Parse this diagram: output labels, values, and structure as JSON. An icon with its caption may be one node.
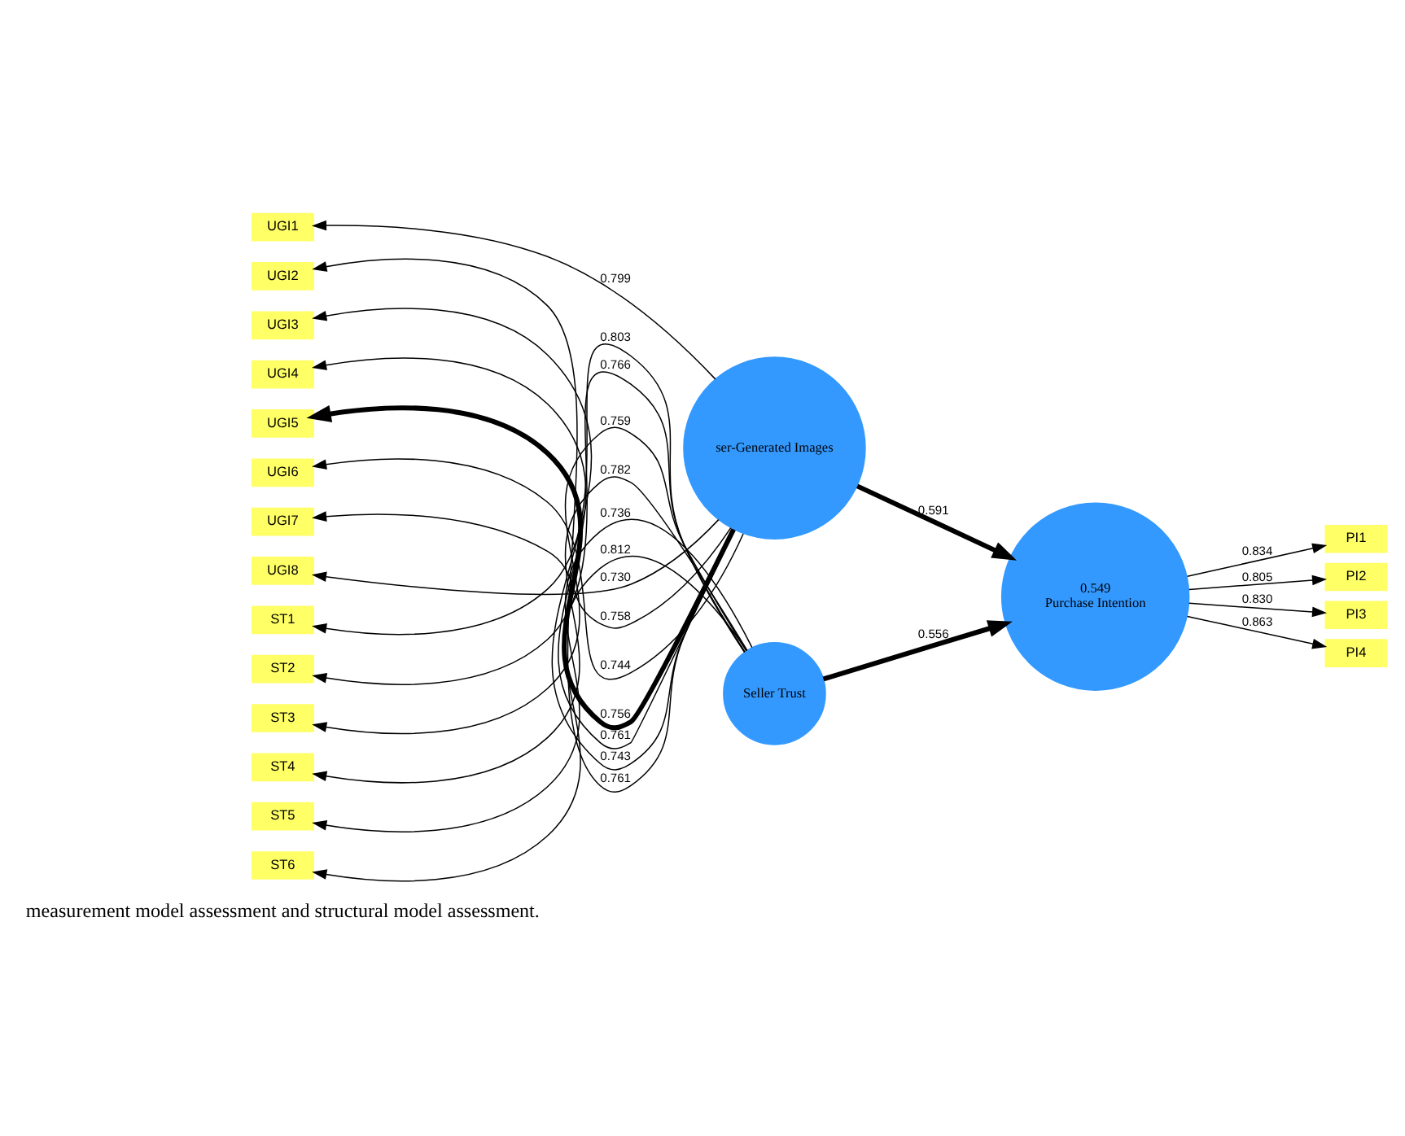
{
  "diagram": {
    "nodes": [
      {
        "text": [
          "UGI1"
        ]
      },
      {
        "text": [
          "UGI2"
        ]
      },
      {
        "text": [
          "UGI3"
        ]
      },
      {
        "text": [
          "UGI4"
        ]
      },
      {
        "text": [
          "UGI5"
        ]
      },
      {
        "text": [
          "UGI6"
        ]
      },
      {
        "text": [
          "UGI7"
        ]
      },
      {
        "text": [
          "UGI8"
        ]
      },
      {
        "text": [
          "ser-Generated Images"
        ]
      },
      {
        "text": [
          "0.549",
          "Purchase Intention"
        ]
      },
      {
        "text": [
          "PI1"
        ]
      },
      {
        "text": [
          "PI2"
        ]
      },
      {
        "text": [
          "PI3"
        ]
      },
      {
        "text": [
          "PI4"
        ]
      },
      {
        "text": [
          "ST1"
        ]
      },
      {
        "text": [
          "ST2"
        ]
      },
      {
        "text": [
          "ST3"
        ]
      },
      {
        "text": [
          "ST4"
        ]
      },
      {
        "text": [
          "ST5"
        ]
      },
      {
        "text": [
          "ST6"
        ]
      },
      {
        "text": [
          "Seller Trust"
        ]
      }
    ],
    "edges": [
      {
        "from": 8,
        "to": 0,
        "arrow": "to",
        "label": "0.799"
      },
      {
        "from": 8,
        "to": 1,
        "arrow": "to",
        "label": "0.761"
      },
      {
        "from": 8,
        "to": 2,
        "arrow": "to",
        "label": "0.743"
      },
      {
        "from": 8,
        "to": 3,
        "arrow": "to",
        "label": "0.761"
      },
      {
        "from": 8,
        "to": 4,
        "arrow": "to",
        "label": "0.756",
        "style": "thick"
      },
      {
        "from": 8,
        "to": 5,
        "arrow": "to",
        "label": "0.744"
      },
      {
        "from": 8,
        "to": 6,
        "arrow": "to",
        "label": "0.758"
      },
      {
        "from": 8,
        "to": 7,
        "arrow": "to",
        "label": "0.730"
      },
      {
        "from": 8,
        "to": 9,
        "arrow": "to",
        "label": "0.591",
        "style": "thick"
      },
      {
        "from": 20,
        "to": 9,
        "arrow": "to",
        "label": "0.556",
        "style": "thick"
      },
      {
        "from": 9,
        "to": 10,
        "arrow": "to",
        "label": "0.834"
      },
      {
        "from": 9,
        "to": 11,
        "arrow": "to",
        "label": "0.805"
      },
      {
        "from": 9,
        "to": 12,
        "arrow": "to",
        "label": "0.830"
      },
      {
        "from": 9,
        "to": 13,
        "arrow": "to",
        "label": "0.863"
      },
      {
        "from": 20,
        "to": 14,
        "arrow": "to",
        "label": "0.803"
      },
      {
        "from": 20,
        "to": 15,
        "arrow": "to",
        "label": "0.766"
      },
      {
        "from": 20,
        "to": 16,
        "arrow": "to",
        "label": "0.759"
      },
      {
        "from": 20,
        "to": 17,
        "arrow": "to",
        "label": "0.782"
      },
      {
        "from": 20,
        "to": 18,
        "arrow": "to",
        "label": "0.736"
      },
      {
        "from": 20,
        "to": 19,
        "arrow": "to",
        "label": "0.812"
      }
    ],
    "labels": [
      "measurement model assessment and structural model assessment."
    ]
  }
}
